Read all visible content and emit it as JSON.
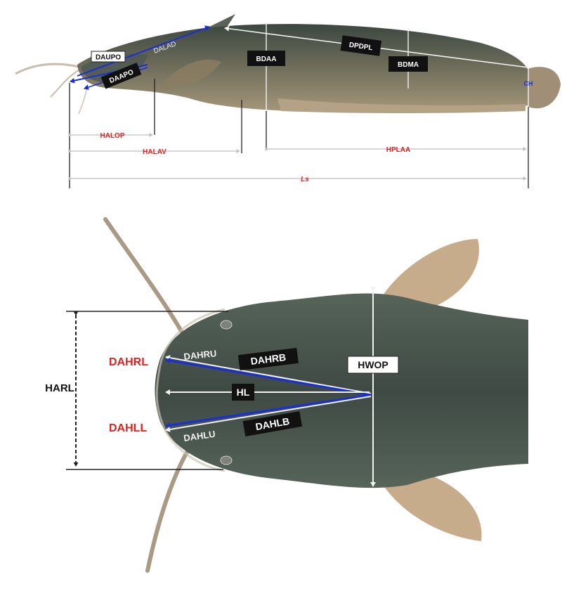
{
  "colors": {
    "fish_back": "#4a5549",
    "fish_belly": "#9a8b6f",
    "fin": "#b89a7a",
    "measure_white": "#f2f2f2",
    "measure_blue": "#1a2fd6",
    "measure_black": "#222222",
    "label_red": "#e0201f",
    "label_box": "#111111"
  },
  "lateral_view": {
    "labels": {
      "daupo": "DAUPO",
      "dalad": "DALAD",
      "daapo": "DAAPO",
      "bdaa": "BDAA",
      "dpdpl": "DPDPL",
      "bdma": "BDMA",
      "ch": "CH",
      "halop": "HALOP",
      "halav": "HALAV",
      "hplaa": "HPLAA",
      "ls": "Ls"
    }
  },
  "dorsal_view": {
    "labels": {
      "dahrl": "DAHRL",
      "dahru": "DAHRU",
      "dahrb": "DAHRB",
      "hwop": "HWOP",
      "harl": "HARL",
      "hl": "HL",
      "dahll": "DAHLL",
      "dahlu": "DAHLU",
      "dahlb": "DAHLB"
    }
  }
}
